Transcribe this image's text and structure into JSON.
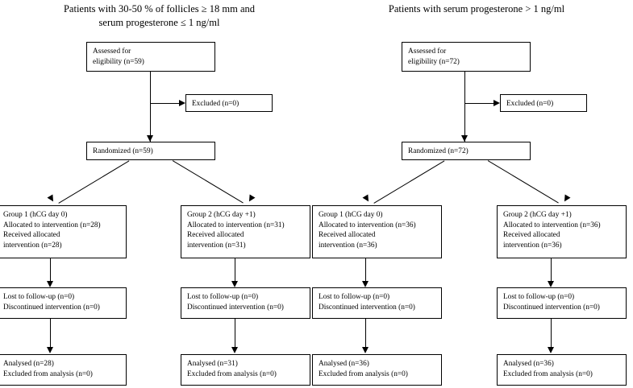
{
  "figure": {
    "type": "consort-flow-diagram",
    "panel_count": 2
  },
  "panels": [
    {
      "id": "left",
      "title": "Patients with 30-50 % of follicles ≥ 18 mm and\nserum progesterone ≤ 1 ng/ml",
      "nodes": {
        "assessed": "Assessed for\neligibility (n=59)",
        "excluded": "Excluded (n=0)",
        "randomized": "Randomized (n=59)",
        "group1_alloc": "Group 1 (hCG day 0)\nAllocated to intervention (n=28)\nReceived allocated\nintervention (n=28)",
        "group2_alloc": "Group 2 (hCG day +1)\nAllocated to intervention (n=31)\nReceived allocated\nintervention (n=31)",
        "group1_followup": "Lost to follow-up (n=0)\nDiscontinued intervention (n=0)",
        "group2_followup": "Lost to follow-up (n=0)\nDiscontinued intervention (n=0)",
        "group1_analysed": "Analysed (n=28)\nExcluded from analysis (n=0)",
        "group2_analysed": "Analysed (n=31)\nExcluded from analysis (n=0)"
      }
    },
    {
      "id": "right",
      "title": "Patients with serum progesterone > 1 ng/ml",
      "nodes": {
        "assessed": "Assessed for\neligibility (n=72)",
        "excluded": "Excluded (n=0)",
        "randomized": "Randomized (n=72)",
        "group1_alloc": "Group 1 (hCG day 0)\nAllocated to intervention (n=36)\nReceived allocated\nintervention (n=36)",
        "group2_alloc": "Group 2 (hCG day +1)\nAllocated to intervention (n=36)\nReceived allocated\nintervention (n=36)",
        "group1_followup": "Lost to follow-up (n=0)\nDiscontinued intervention (n=0)",
        "group2_followup": "Lost to follow-up (n=0)\nDiscontinued intervention (n=0)",
        "group1_analysed": "Analysed (n=36)\nExcluded from analysis (n=0)",
        "group2_analysed": "Analysed (n=36)\nExcluded from analysis (n=0)"
      }
    }
  ],
  "colors": {
    "line": "#000000",
    "box_border": "#000000",
    "background": "#ffffff",
    "text": "#000000"
  }
}
